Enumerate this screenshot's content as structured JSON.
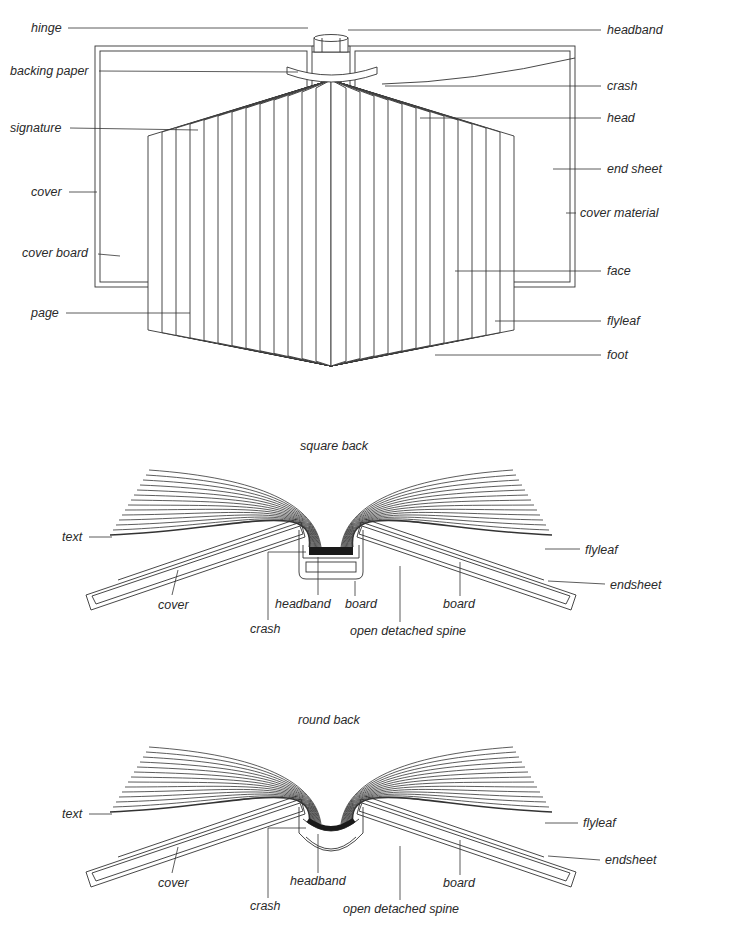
{
  "diagram": {
    "labels": [
      "hinge",
      "backing paper",
      "signature",
      "cover",
      "cover board",
      "page",
      "headband",
      "crash",
      "head",
      "end sheet",
      "cover material",
      "face",
      "flyleaf",
      "foot",
      "square back",
      "text",
      "flyleaf",
      "endsheet",
      "cover",
      "headband",
      "board",
      "board",
      "crash",
      "open detached spine",
      "round back",
      "text",
      "flyleaf",
      "endsheet",
      "cover",
      "headband",
      "board",
      "crash",
      "open detached spine"
    ]
  }
}
